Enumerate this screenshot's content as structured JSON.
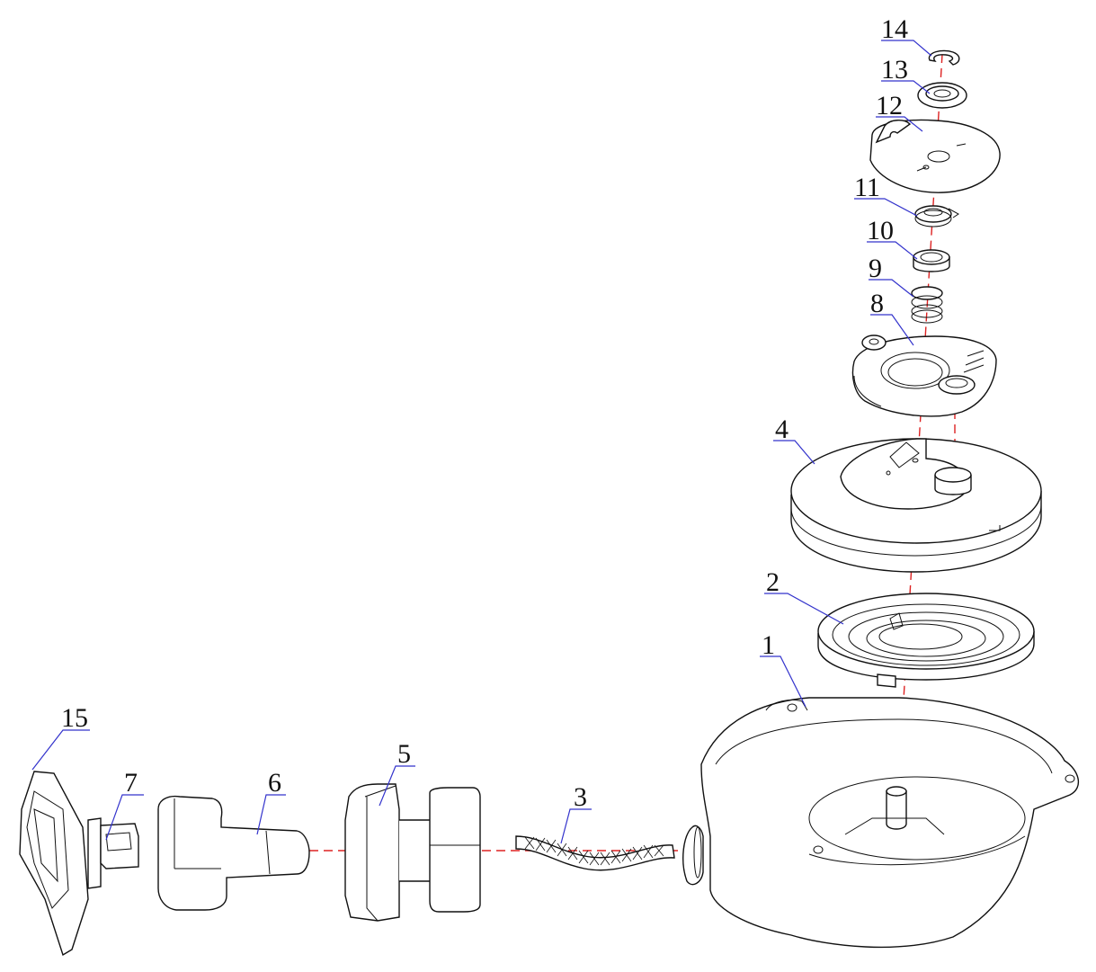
{
  "diagram": {
    "parts": [
      {
        "id": "p14",
        "label": "14"
      },
      {
        "id": "p13",
        "label": "13"
      },
      {
        "id": "p12",
        "label": "12"
      },
      {
        "id": "p11",
        "label": "11"
      },
      {
        "id": "p10",
        "label": "10"
      },
      {
        "id": "p9",
        "label": "9"
      },
      {
        "id": "p8",
        "label": "8"
      },
      {
        "id": "p4",
        "label": "4"
      },
      {
        "id": "p2",
        "label": "2"
      },
      {
        "id": "p1",
        "label": "1"
      },
      {
        "id": "p15",
        "label": "15"
      },
      {
        "id": "p7",
        "label": "7"
      },
      {
        "id": "p6",
        "label": "6"
      },
      {
        "id": "p5",
        "label": "5"
      },
      {
        "id": "p3",
        "label": "3"
      }
    ],
    "colors": {
      "line": "#111111",
      "leader": "#3333cc",
      "axis": "#dd2222"
    }
  }
}
